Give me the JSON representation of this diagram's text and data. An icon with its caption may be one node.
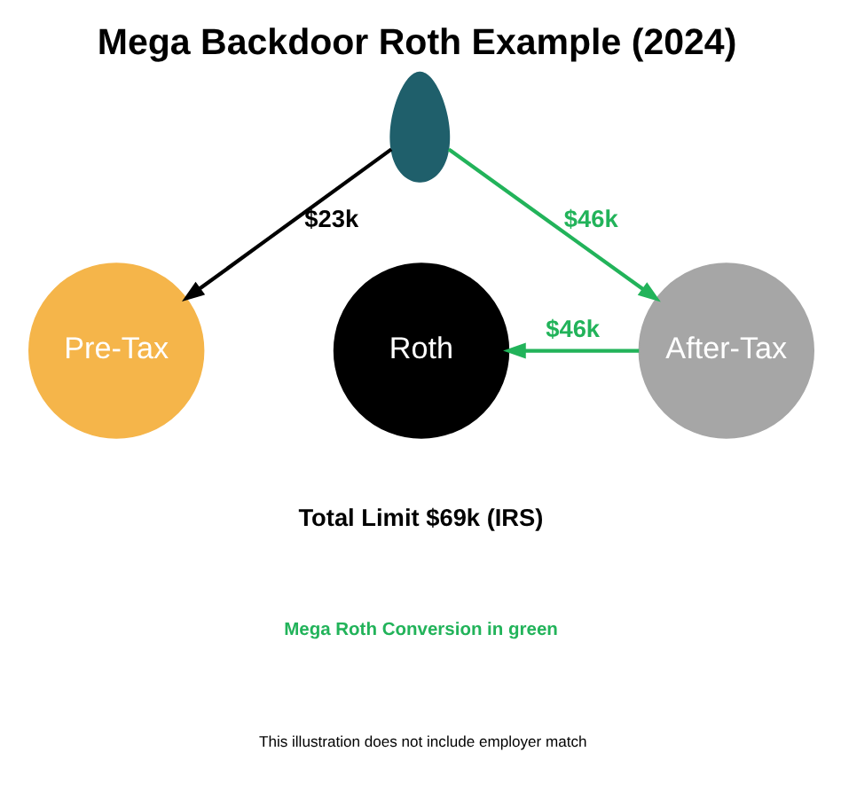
{
  "diagram": {
    "title": "Mega Backdoor Roth Example (2024)",
    "nodes": [
      {
        "text": [],
        "shape": "person"
      },
      {
        "text": [
          "Pre-Tax"
        ]
      },
      {
        "text": [
          "Roth"
        ]
      },
      {
        "text": [
          "After-Tax"
        ]
      }
    ],
    "edges": [
      {
        "from": 0,
        "to": 1,
        "arrow": "to",
        "label": "$23k",
        "color": "#000000"
      },
      {
        "from": 0,
        "to": 3,
        "arrow": "to",
        "label": "$46k",
        "color": "#22b35a"
      },
      {
        "from": 3,
        "to": 2,
        "arrow": "to",
        "label": "$46k",
        "color": "#22b35a"
      }
    ],
    "labels": [
      "Total Limit $69k (IRS)",
      "Mega Roth Conversion in green",
      "This illustration does not include employer match"
    ]
  }
}
